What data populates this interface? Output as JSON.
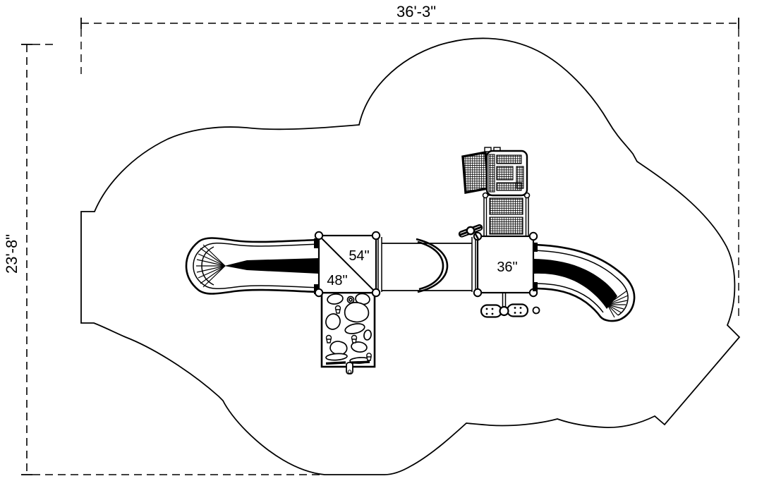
{
  "drawing": {
    "title": "playground-equipment-plan-view",
    "colors": {
      "line": "#000000",
      "background": "#ffffff"
    }
  },
  "dimensions": {
    "top": "36'-3\"",
    "left": "23'-8\""
  },
  "deck_labels": {
    "left_upper": "54\"",
    "left_lower": "48\"",
    "right": "36\""
  },
  "components": {
    "boundary": "use-zone-border",
    "left_slide": "straight-slide",
    "right_slide": "curved-slide",
    "tunnel": "crawl-tunnel",
    "left_deck": "transfer-deck-48-54",
    "right_deck": "deck-36",
    "climber": "rock-climbing-wall",
    "maze_panel": "roof-maze-panel",
    "hatch_panel": "climbing-panel",
    "net": "climbing-net-bridge",
    "wheel": "steering-wheel",
    "spinner": "pod-seat-spinner"
  }
}
